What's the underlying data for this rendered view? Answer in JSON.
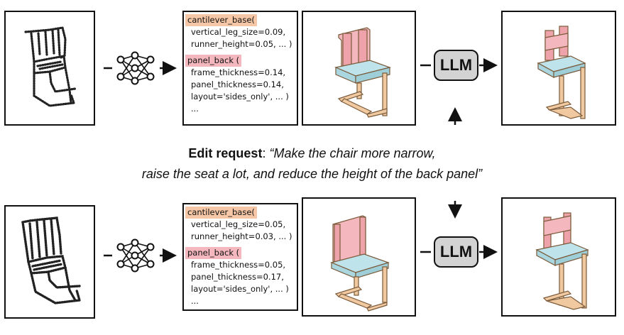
{
  "rows": [
    {
      "code": {
        "base_fn": "cantilever_base(",
        "base_args": [
          "vertical_leg_size=0.09,",
          "runner_height=0.05, ... )"
        ],
        "back_fn": "panel_back (",
        "back_args": [
          "frame_thickness=0.14,",
          "panel_thickness=0.14,",
          "layout='sides_only', ... )"
        ],
        "ellipsis": "..."
      },
      "llm_label": "LLM"
    },
    {
      "code": {
        "base_fn": "cantilever_base(",
        "base_args": [
          "vertical_leg_size=0.05,",
          "runner_height=0.03, ... )"
        ],
        "back_fn": "panel_back (",
        "back_args": [
          "frame_thickness=0.05,",
          "panel_thickness=0.17,",
          "layout='sides_only', ... )"
        ],
        "ellipsis": "..."
      },
      "llm_label": "LLM"
    }
  ],
  "edit_request": {
    "label": "Edit request",
    "line1": "“Make the chair more narrow,",
    "line2": "raise the seat a lot, and reduce the height of the back panel”"
  },
  "colors": {
    "base": "#f6c7a6",
    "back": "#f3b7bd",
    "seat": "#bfe3ea",
    "leg": "#f0c9a0",
    "llm_bg": "#d3d3d3"
  }
}
